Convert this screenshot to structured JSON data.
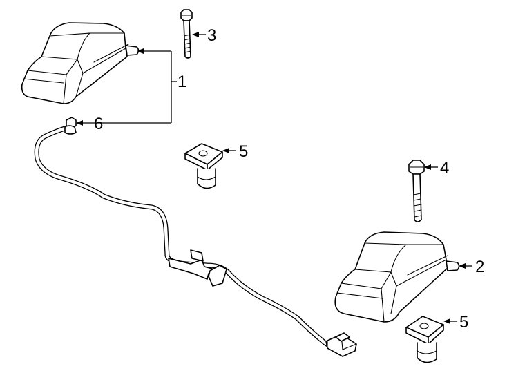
{
  "callouts": {
    "c1": "1",
    "c2": "2",
    "c3": "3",
    "c4": "4",
    "c5a": "5",
    "c5b": "5",
    "c6": "6"
  },
  "colors": {
    "line": "#000000",
    "background": "#ffffff"
  }
}
